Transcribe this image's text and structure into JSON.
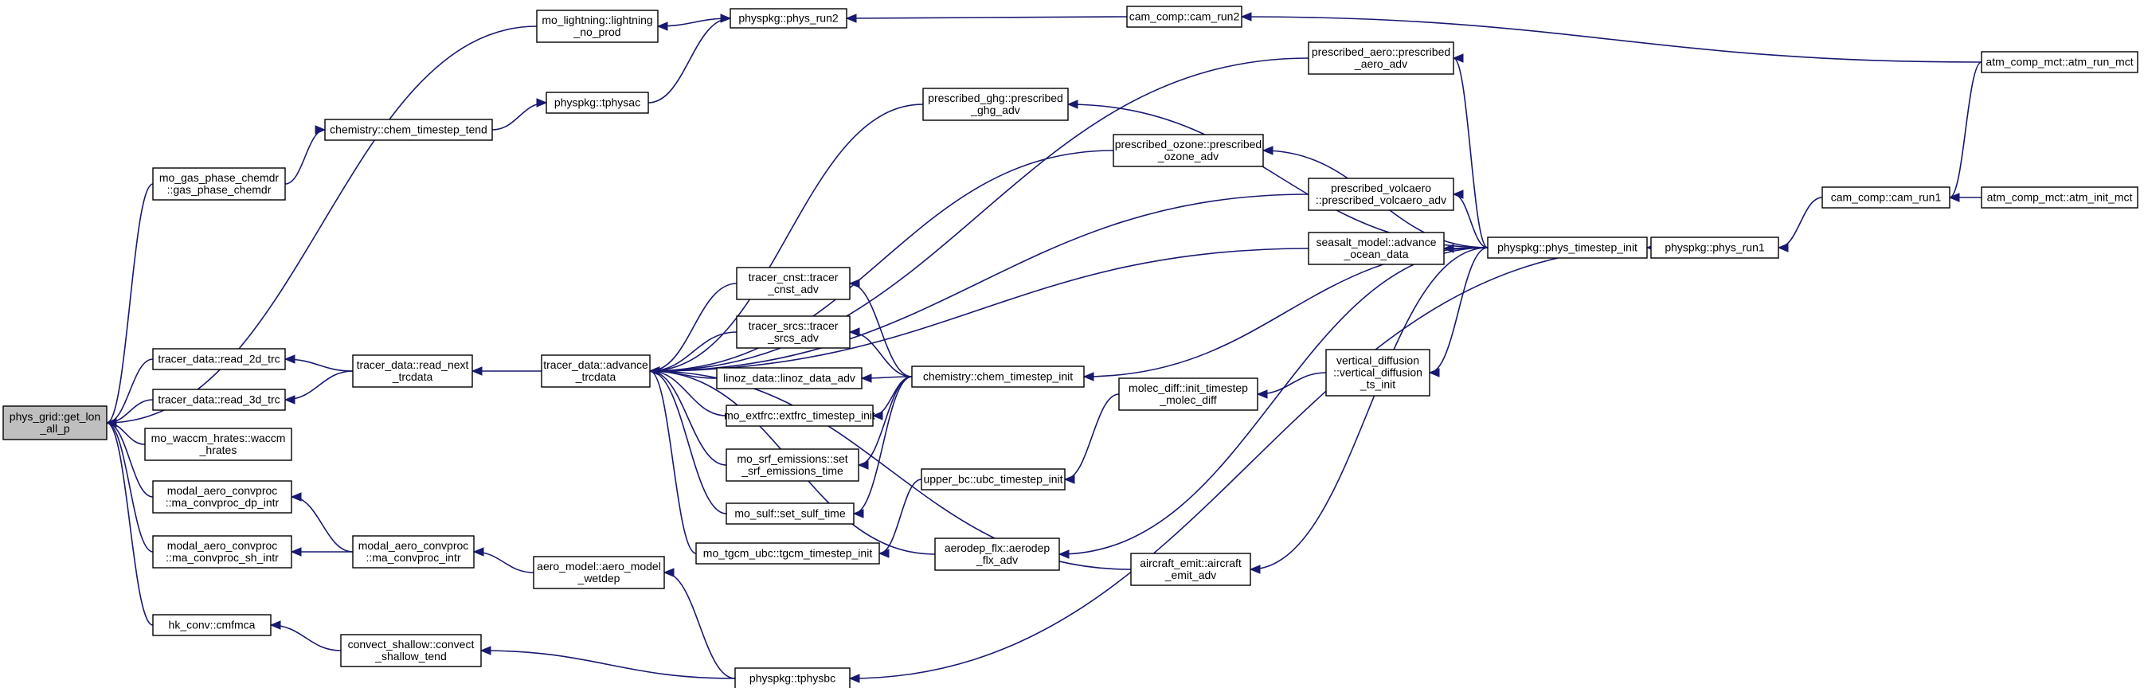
{
  "graph": {
    "title": "",
    "root": "phys_grid_get_lon_all_p",
    "nodes": [
      {
        "id": "phys_grid_get_lon_all_p",
        "lines": [
          "phys_grid::get_lon",
          "_all_p"
        ],
        "highlight": true
      },
      {
        "id": "mo_lightning_no_prod",
        "lines": [
          "mo_lightning::lightning",
          "_no_prod"
        ]
      },
      {
        "id": "physpkg_phys_run2",
        "lines": [
          "physpkg::phys_run2"
        ]
      },
      {
        "id": "cam_comp_cam_run2",
        "lines": [
          "cam_comp::cam_run2"
        ]
      },
      {
        "id": "atm_comp_mct_atm_run_mct",
        "lines": [
          "atm_comp_mct::atm_run_mct"
        ]
      },
      {
        "id": "physpkg_tphysac",
        "lines": [
          "physpkg::tphysac"
        ]
      },
      {
        "id": "chemistry_chem_timestep_tend",
        "lines": [
          "chemistry::chem_timestep_tend"
        ]
      },
      {
        "id": "mo_gas_phase_chemdr",
        "lines": [
          "mo_gas_phase_chemdr",
          "::gas_phase_chemdr"
        ]
      },
      {
        "id": "prescribed_aero_adv",
        "lines": [
          "prescribed_aero::prescribed",
          "_aero_adv"
        ]
      },
      {
        "id": "prescribed_ghg_adv",
        "lines": [
          "prescribed_ghg::prescribed",
          "_ghg_adv"
        ]
      },
      {
        "id": "prescribed_ozone_adv",
        "lines": [
          "prescribed_ozone::prescribed",
          "_ozone_adv"
        ]
      },
      {
        "id": "prescribed_volcaero_adv",
        "lines": [
          "prescribed_volcaero",
          "::prescribed_volcaero_adv"
        ]
      },
      {
        "id": "seasalt_model_advance_ocean_data",
        "lines": [
          "seasalt_model::advance",
          "_ocean_data"
        ]
      },
      {
        "id": "physpkg_phys_timestep_init",
        "lines": [
          "physpkg::phys_timestep_init"
        ]
      },
      {
        "id": "physpkg_phys_run1",
        "lines": [
          "physpkg::phys_run1"
        ]
      },
      {
        "id": "cam_comp_cam_run1",
        "lines": [
          "cam_comp::cam_run1"
        ]
      },
      {
        "id": "atm_comp_mct_atm_init_mct",
        "lines": [
          "atm_comp_mct::atm_init_mct"
        ]
      },
      {
        "id": "tracer_cnst_adv",
        "lines": [
          "tracer_cnst::tracer",
          "_cnst_adv"
        ]
      },
      {
        "id": "tracer_srcs_adv",
        "lines": [
          "tracer_srcs::tracer",
          "_srcs_adv"
        ]
      },
      {
        "id": "linoz_data_adv",
        "lines": [
          "linoz_data::linoz_data_adv"
        ]
      },
      {
        "id": "chemistry_chem_timestep_init",
        "lines": [
          "chemistry::chem_timestep_init"
        ]
      },
      {
        "id": "tracer_data_read_2d_trc",
        "lines": [
          "tracer_data::read_2d_trc"
        ]
      },
      {
        "id": "tracer_data_read_3d_trc",
        "lines": [
          "tracer_data::read_3d_trc"
        ]
      },
      {
        "id": "tracer_data_read_next_trcdata",
        "lines": [
          "tracer_data::read_next",
          "_trcdata"
        ]
      },
      {
        "id": "tracer_data_advance_trcdata",
        "lines": [
          "tracer_data::advance",
          "_trcdata"
        ]
      },
      {
        "id": "mo_extfrc_timestep_init",
        "lines": [
          "mo_extfrc::extfrc_timestep_init"
        ]
      },
      {
        "id": "mo_srf_emissions_set_time",
        "lines": [
          "mo_srf_emissions::set",
          "_srf_emissions_time"
        ]
      },
      {
        "id": "mo_sulf_set_sulf_time",
        "lines": [
          "mo_sulf::set_sulf_time"
        ]
      },
      {
        "id": "mo_tgcm_ubc_timestep_init",
        "lines": [
          "mo_tgcm_ubc::tgcm_timestep_init"
        ]
      },
      {
        "id": "molec_diff_init_timestep",
        "lines": [
          "molec_diff::init_timestep",
          "_molec_diff"
        ]
      },
      {
        "id": "vertical_diffusion_ts_init",
        "lines": [
          "vertical_diffusion",
          "::vertical_diffusion",
          "_ts_init"
        ]
      },
      {
        "id": "upper_bc_ubc_timestep_init",
        "lines": [
          "upper_bc::ubc_timestep_init"
        ]
      },
      {
        "id": "mo_waccm_hrates",
        "lines": [
          "mo_waccm_hrates::waccm",
          "_hrates"
        ]
      },
      {
        "id": "modal_aero_convproc_dp_intr",
        "lines": [
          "modal_aero_convproc",
          "::ma_convproc_dp_intr"
        ]
      },
      {
        "id": "modal_aero_convproc_sh_intr",
        "lines": [
          "modal_aero_convproc",
          "::ma_convproc_sh_intr"
        ]
      },
      {
        "id": "modal_aero_convproc_intr",
        "lines": [
          "modal_aero_convproc",
          "::ma_convproc_intr"
        ]
      },
      {
        "id": "aero_model_wetdep",
        "lines": [
          "aero_model::aero_model",
          "_wetdep"
        ]
      },
      {
        "id": "aerodep_flx_adv",
        "lines": [
          "aerodep_flx::aerodep",
          "_flx_adv"
        ]
      },
      {
        "id": "aircraft_emit_adv",
        "lines": [
          "aircraft_emit::aircraft",
          "_emit_adv"
        ]
      },
      {
        "id": "hk_conv_cmfmca",
        "lines": [
          "hk_conv::cmfmca"
        ]
      },
      {
        "id": "convect_shallow_tend",
        "lines": [
          "convect_shallow::convect",
          "_shallow_tend"
        ]
      },
      {
        "id": "physpkg_tphysbc",
        "lines": [
          "physpkg::tphysbc"
        ]
      }
    ]
  }
}
